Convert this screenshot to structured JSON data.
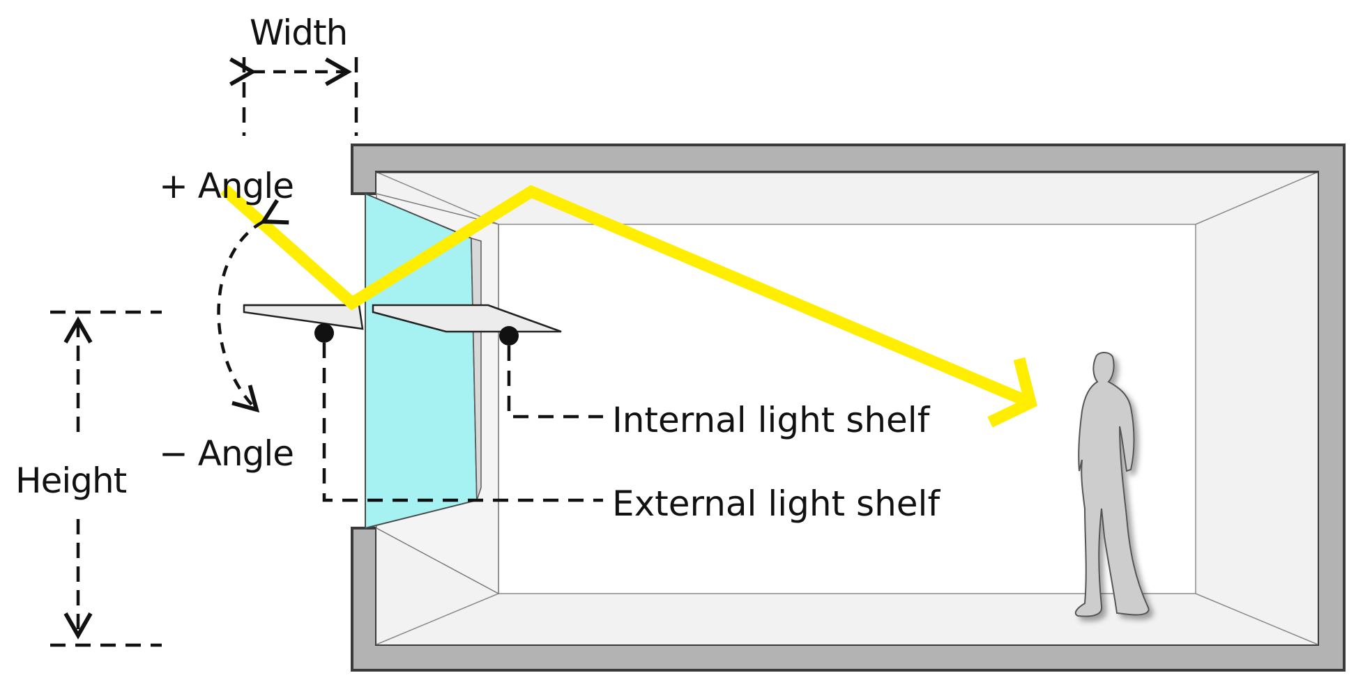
{
  "labels": {
    "width": "Width",
    "height": "Height",
    "plus_angle": "+ Angle",
    "minus_angle": "− Angle",
    "internal_shelf": "Internal light shelf",
    "external_shelf": "External light shelf"
  },
  "colors": {
    "light_ray": "#ffee00",
    "glass": "#a6f2f2",
    "wall": "#b3b3b3",
    "wall_outline": "#3a3a3a",
    "room_face": "#f2f2f2",
    "back_wall": "#ffffff",
    "person": "#cccccc",
    "line": "#111111"
  }
}
